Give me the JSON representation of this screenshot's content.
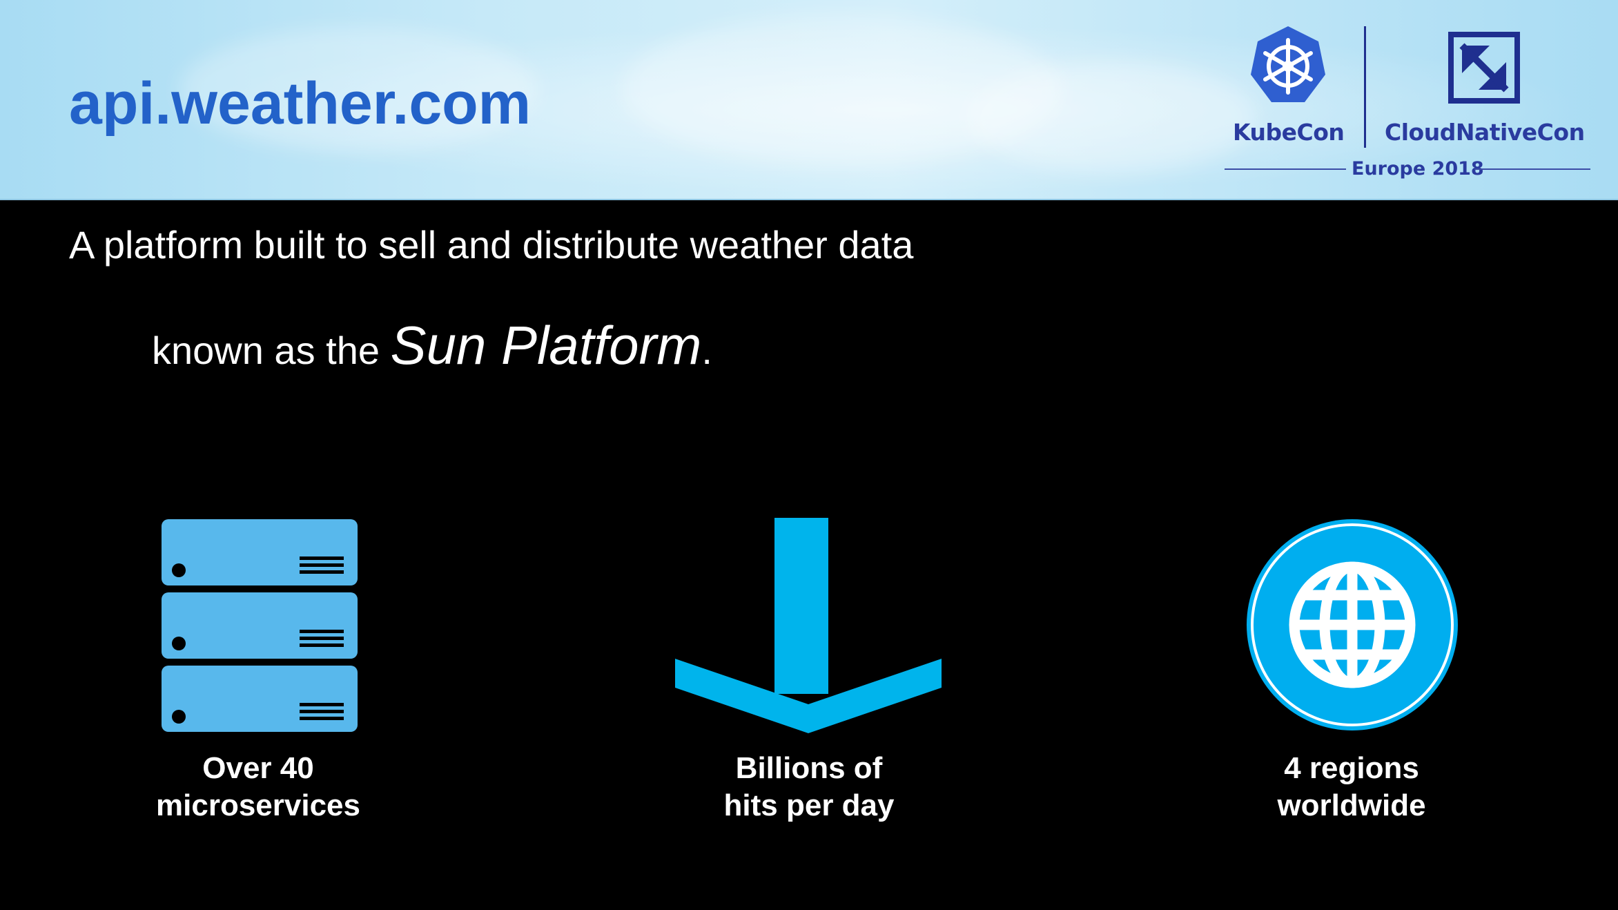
{
  "header": {
    "title": "api.weather.com",
    "logos": {
      "kubecon": "KubeCon",
      "cloudnativecon": "CloudNativeCon",
      "event": "Europe 2018"
    }
  },
  "intro": {
    "line1": "A platform built to sell and distribute weather data",
    "line2_prefix": "known as the ",
    "line2_emphasis": "Sun Platform",
    "line2_suffix": "."
  },
  "features": [
    {
      "icon": "server-stack-icon",
      "line1": "Over 40",
      "line2": "microservices"
    },
    {
      "icon": "down-arrow-icon",
      "line1": "Billions of",
      "line2": "hits per day"
    },
    {
      "icon": "globe-icon",
      "line1": "4 regions",
      "line2": "worldwide"
    }
  ],
  "colors": {
    "title": "#2362c9",
    "logo_text": "#2a3b9f",
    "server_icon": "#58b8ec",
    "arrow_icon": "#00b4ec",
    "globe_icon": "#00aeef",
    "background": "#000000"
  }
}
